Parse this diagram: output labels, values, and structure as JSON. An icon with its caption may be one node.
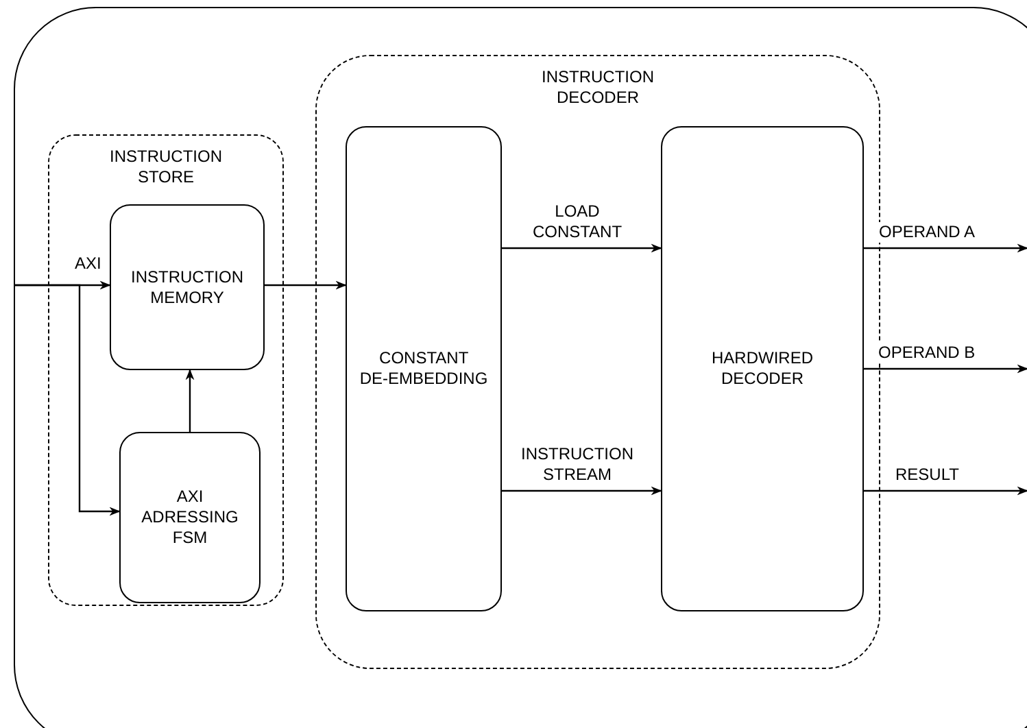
{
  "diagram": {
    "nodes": [
      {
        "text": [],
        "shape": "box"
      },
      {
        "text": [
          "INSTRUCTION STORE"
        ],
        "in": 0
      },
      {
        "text": [
          "INSTRUCTION MEMORY"
        ],
        "in": 1
      },
      {
        "text": [
          "AXI ADRESSING FSM"
        ],
        "in": 1
      },
      {
        "text": [
          "INSTRUCTION DECODER"
        ],
        "in": 0
      },
      {
        "text": [
          "CONSTANT DE-EMBEDDING"
        ],
        "in": 4
      },
      {
        "text": [
          "HARDWIRED DECODER"
        ],
        "in": 4
      }
    ],
    "edges": [
      {
        "from": null,
        "to": 2,
        "arrow": "to",
        "label": "AXI"
      },
      {
        "from": null,
        "to": 3,
        "arrow": "to"
      },
      {
        "from": 3,
        "to": 2,
        "arrow": "to"
      },
      {
        "from": 2,
        "to": 5,
        "arrow": "to"
      },
      {
        "from": 5,
        "to": 6,
        "arrow": "to",
        "label": "LOAD CONSTANT"
      },
      {
        "from": 5,
        "to": 6,
        "arrow": "to",
        "label": "INSTRUCTION STREAM"
      },
      {
        "from": 6,
        "to": null,
        "arrow": "to",
        "label": "OPERAND A"
      },
      {
        "from": 6,
        "to": null,
        "arrow": "to",
        "label": "OPERAND B"
      },
      {
        "from": 6,
        "to": null,
        "arrow": "to",
        "label": "RESULT"
      }
    ]
  }
}
